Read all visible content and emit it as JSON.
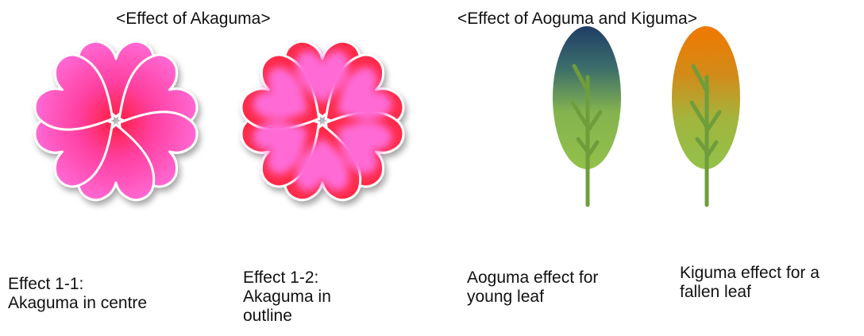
{
  "headings": {
    "akaguma": "<Effect of Akaguma>",
    "aoguma_kiguma": "<Effect of Aoguma and Kiguma>"
  },
  "captions": {
    "effect_1_1": "Effect 1-1:\nAkaguma in centre",
    "effect_1_2": "Effect 1-2:\nAkaguma in\noutline",
    "aoguma": "Aoguma effect for\nyoung leaf",
    "kiguma": "Kiguma effect for a\nfallen leaf"
  },
  "colors": {
    "petal_pink": "#ff6ad5",
    "akaguma_red": "#ff1e3c",
    "aoguma_navy": "#1f3d66",
    "kiguma_orange": "#f07800",
    "leaf_green": "#93c14a",
    "stem_green": "#6f9d3c"
  },
  "icons": {
    "flower_centre": "flower-center-shading-icon",
    "flower_outline": "flower-outline-shading-icon",
    "leaf_young": "young-leaf-icon",
    "leaf_fallen": "fallen-leaf-icon"
  }
}
